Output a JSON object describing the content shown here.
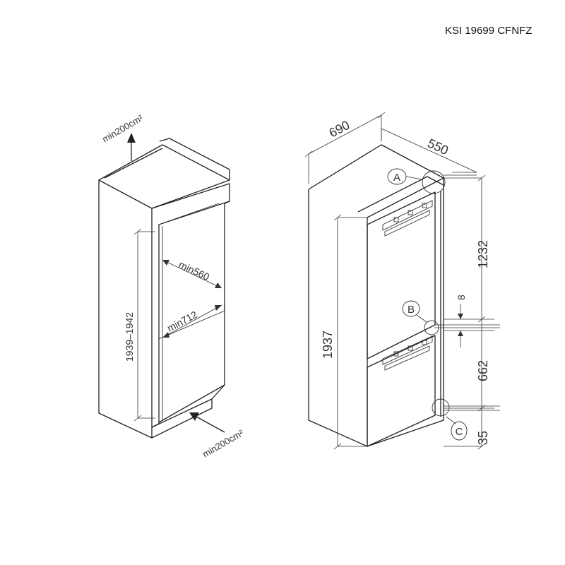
{
  "model": "KSI 19699 CFNFZ",
  "niche": {
    "vent_top": "min200cm²",
    "vent_bottom": "min200cm²",
    "height": "1939–1942",
    "depth": "min560",
    "width": "min712"
  },
  "appliance": {
    "width": "690",
    "depth": "550",
    "height": "1937",
    "upper_section": "1232",
    "gap": "8",
    "lower_section": "662",
    "plinth": "35",
    "callouts": [
      "A",
      "B",
      "C"
    ]
  },
  "colors": {
    "line": "#222222",
    "dimension": "#333333",
    "callout_fill": "#ffffff"
  }
}
